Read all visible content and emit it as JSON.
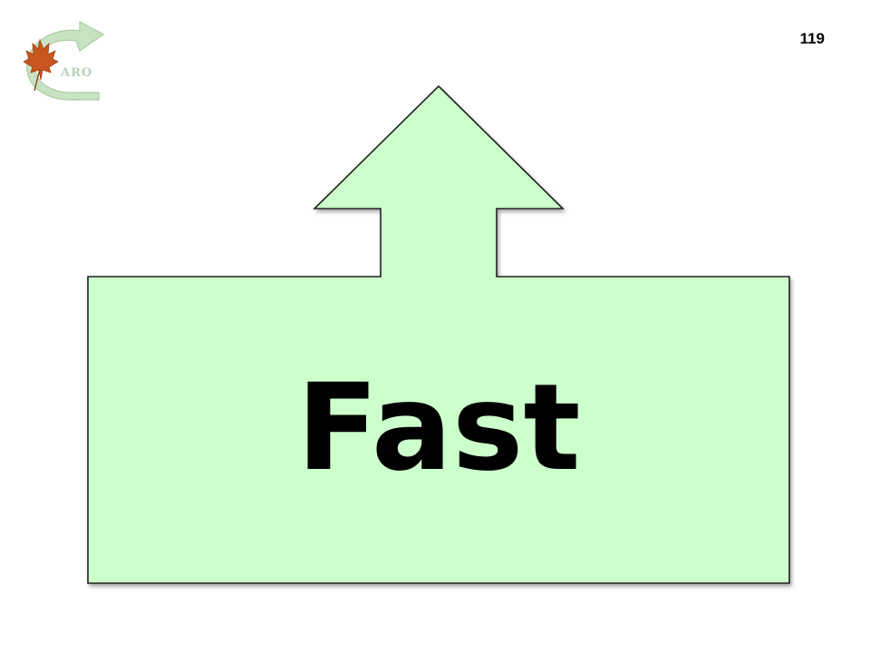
{
  "logo": {
    "text": "ARO",
    "icon": "maple-leaf-circular-arrow-logo",
    "arrow_color": "#b7d8b0",
    "leaf_color": "#c0541e"
  },
  "slide": {
    "page_number": "119",
    "word": "Fast",
    "shape_icon": "up-arrow-callout-shape",
    "fill_color": "#ccffcc",
    "outline_color": "#222222"
  }
}
